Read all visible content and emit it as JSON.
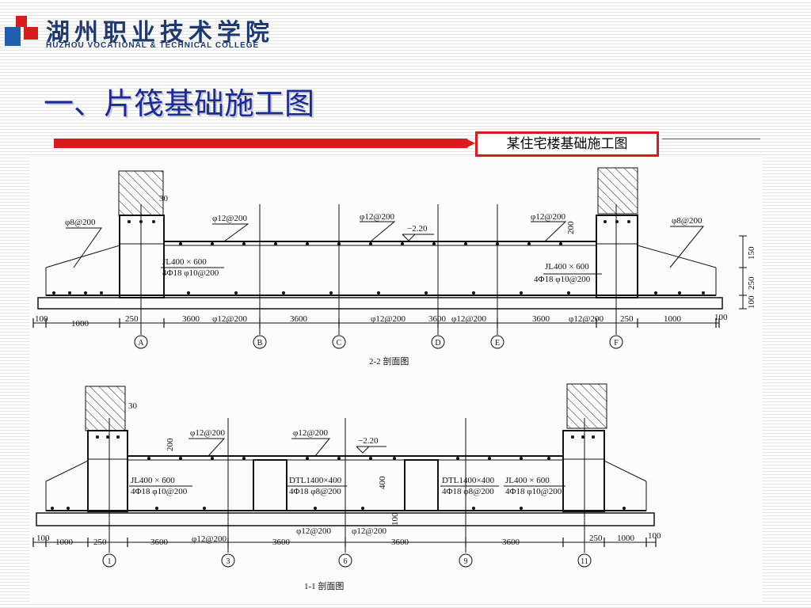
{
  "header": {
    "logo_cn": "湖州职业技术学院",
    "logo_en": "HUZHOU VOCATIONAL & TECHNICAL COLLEGE",
    "brand_colors": {
      "red": "#d81c1c",
      "blue": "#1f3a73"
    }
  },
  "slide": {
    "title": "一、片筏基础施工图",
    "caption": "某住宅楼基础施工图"
  },
  "drawing": {
    "top_section": {
      "title": "2-2 剖面图",
      "rebar_labels": [
        "φ8@200",
        "φ12@200",
        "φ12@200",
        "φ12@200",
        "φ8@200"
      ],
      "bottom_rebar_labels": [
        "φ12@200",
        "φ12@200",
        "φ12@200",
        "φ12@200"
      ],
      "beam_left": [
        "JL400 × 600",
        "4Φ18  φ10@200"
      ],
      "beam_right": [
        "JL400 × 600",
        "4Φ18  φ10@200"
      ],
      "elevation": "−2.20",
      "dim_30": "30",
      "dim_200": "200",
      "side_dims": [
        "150",
        "250",
        "100"
      ],
      "spans": [
        "100",
        "1000",
        "250",
        "3600",
        "3600",
        "3600",
        "3600",
        "250",
        "1000",
        "100"
      ],
      "axes": [
        "A",
        "B",
        "C",
        "D",
        "E",
        "F"
      ]
    },
    "bottom_section": {
      "title": "1-1 剖面图",
      "rebar_labels": [
        "φ12@200",
        "φ12@200"
      ],
      "bottom_rebar_labels": [
        "φ12@200",
        "φ12@200",
        "φ12@200"
      ],
      "beam_left": [
        "JL400 × 600",
        "4Φ18  φ10@200"
      ],
      "dtl_left": [
        "DTL1400×400",
        "4Φ18  φ8@200"
      ],
      "dtl_right": [
        "DTL1400×400",
        "4Φ18  φ8@200"
      ],
      "beam_right": [
        "JL400 × 600",
        "4Φ18  φ10@200"
      ],
      "elevation": "−2.20",
      "dim_30": "30",
      "dim_200": "200",
      "dim_400": "400",
      "dim_100": "100",
      "spans": [
        "100",
        "1000",
        "250",
        "3600",
        "3600",
        "3600",
        "3600",
        "250",
        "1000",
        "100"
      ],
      "axes": [
        "1",
        "3",
        "6",
        "9",
        "11"
      ]
    }
  }
}
